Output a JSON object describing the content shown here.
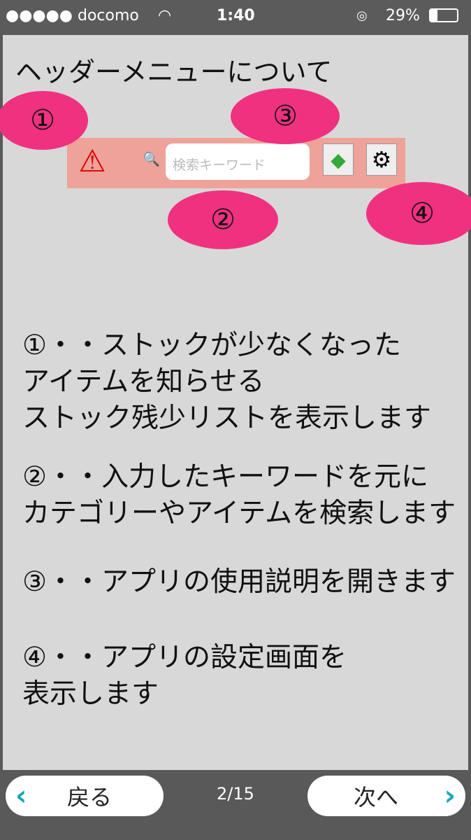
{
  "status_bar": {
    "carrier": "●●●●● docomo",
    "time": "1:40",
    "battery": "29%"
  },
  "title": "ヘッダーメニューについて",
  "toolbar": {
    "search_placeholder": "検索キーワード"
  },
  "callouts": [
    "①",
    "②",
    "③",
    "④"
  ],
  "descriptions": [
    [
      "①・・ストックが少なくなった",
      "アイテムを知らせる",
      "ストック残少リストを表示します"
    ],
    [
      "②・・入力したキーワードを元に",
      "カテゴリーやアイテムを検索します"
    ],
    [
      "③・・アプリの使用説明を開きます"
    ],
    [
      "④・・アプリの設定画面を",
      "表示します"
    ]
  ],
  "nav": {
    "back": "戻る",
    "next": "次へ",
    "page": "2/15"
  },
  "colors": {
    "callout": "#f0317f",
    "toolbar": "#eea29a",
    "chevron": "#1aa6b8"
  }
}
